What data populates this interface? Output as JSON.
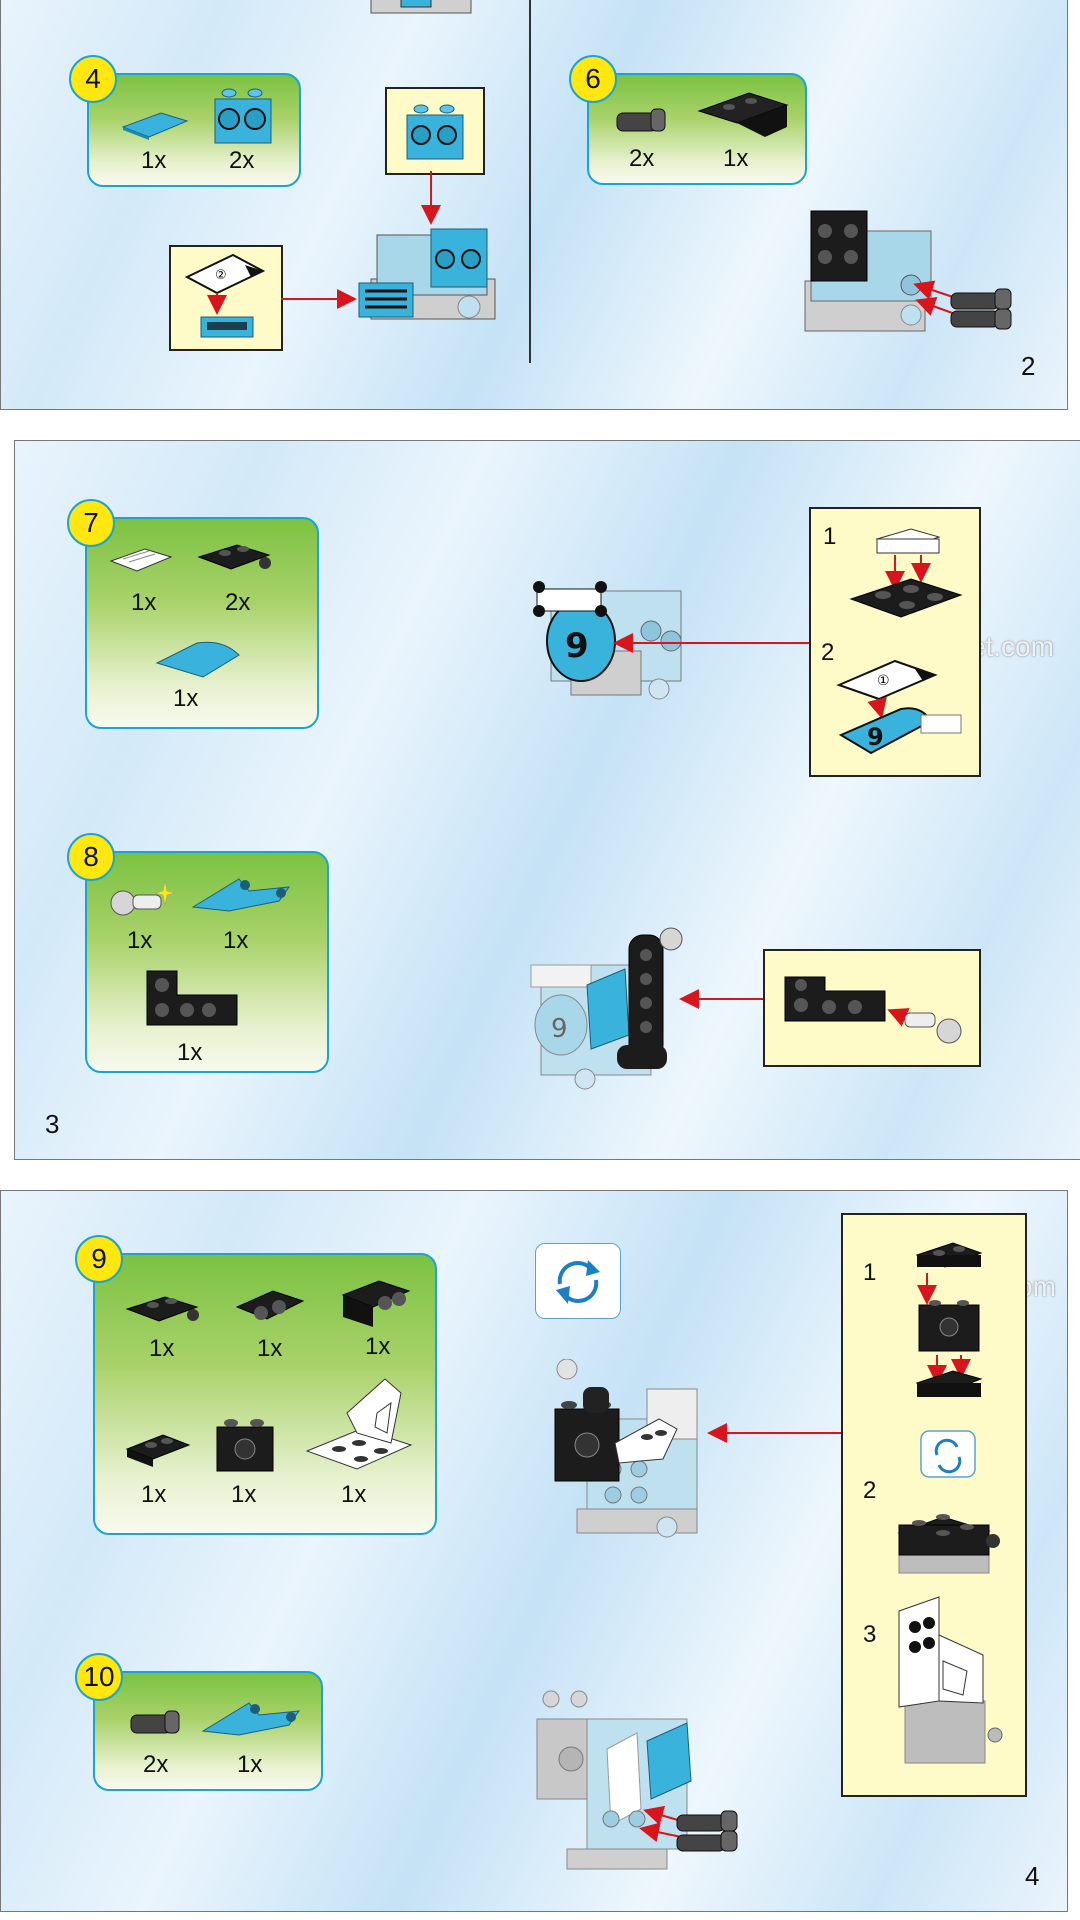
{
  "pages": {
    "page_2": {
      "number": "2",
      "steps": {
        "step_4": {
          "number": "4",
          "qty_1": "1x",
          "qty_2": "2x",
          "sub_sticker": "②"
        },
        "step_6": {
          "number": "6",
          "qty_1": "2x",
          "qty_2": "1x"
        }
      }
    },
    "page_3": {
      "number": "3",
      "steps": {
        "step_7": {
          "number": "7",
          "qty_1": "1x",
          "qty_2": "2x",
          "qty_3": "1x",
          "sub_1": "1",
          "sub_2": "2",
          "sub_sticker": "①"
        },
        "step_8": {
          "number": "8",
          "qty_1": "1x",
          "qty_2": "1x",
          "qty_3": "1x"
        }
      }
    },
    "page_4": {
      "number": "4",
      "steps": {
        "step_9": {
          "number": "9",
          "qty_1": "1x",
          "qty_2": "1x",
          "qty_3": "1x",
          "qty_4": "1x",
          "qty_5": "1x",
          "qty_6": "1x",
          "sub_1": "1",
          "sub_2": "2",
          "sub_3": "3"
        },
        "step_10": {
          "number": "10",
          "qty_1": "2x",
          "qty_2": "1x"
        }
      }
    }
  },
  "watermark": "stemviet.com",
  "sticker_number": "9",
  "icons": [
    "rotate-model-icon",
    "red-arrow-icon"
  ],
  "colors": {
    "brick_blue": "#39b3dc",
    "brick_black": "#1c1c1c",
    "brick_gray": "#c9c9c9",
    "step_border": "#1aa3d6",
    "badge": "#ffe70f",
    "callout": "#fffbc8",
    "arrow": "#d8141c"
  }
}
